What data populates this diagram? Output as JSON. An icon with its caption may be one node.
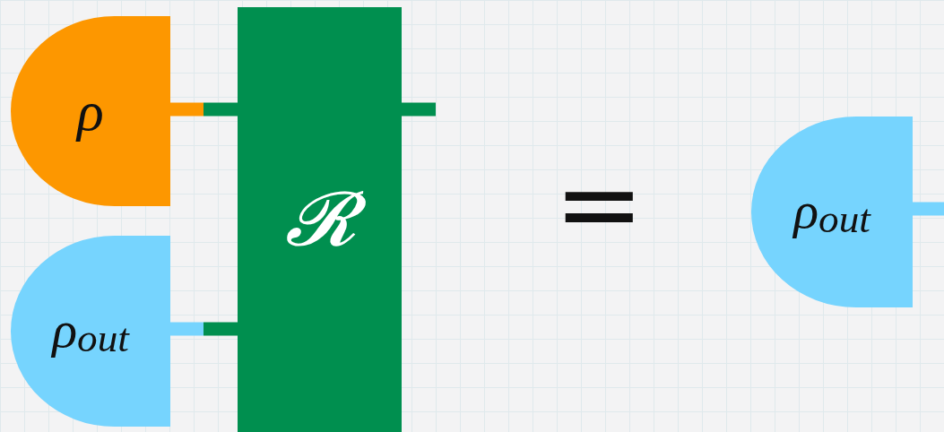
{
  "diagram": {
    "nodes": [
      {
        "text": [
          "ρ"
        ]
      },
      {
        "text": [
          "𝓡"
        ]
      },
      {
        "text": [
          "ρ$_{out}$"
        ]
      },
      {
        "text": [
          "ρ$_{out}$"
        ]
      }
    ],
    "edges": [
      {
        "from": 0,
        "to": 1,
        "arrow": "none"
      },
      {
        "from": 2,
        "to": 1,
        "arrow": "none"
      },
      {
        "from": 1,
        "to": null,
        "arrow": "none"
      },
      {
        "from": 3,
        "to": null,
        "arrow": "none"
      }
    ],
    "labels": [
      "="
    ]
  }
}
